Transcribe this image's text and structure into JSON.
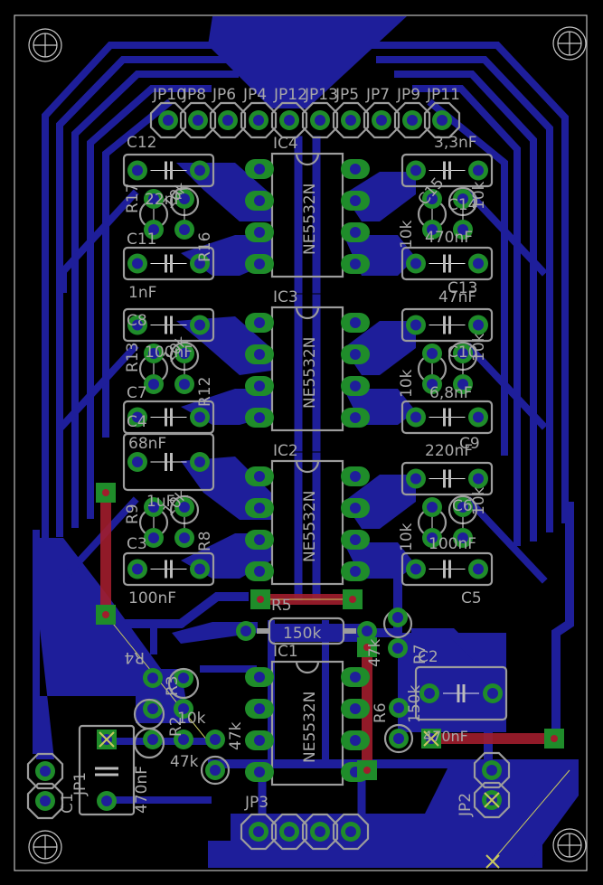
{
  "board": {
    "title": "PCB layout - NE5532N filter board",
    "colors": {
      "background": "#000000",
      "bottom_copper": "#1e1e9a",
      "top_copper": "#a11d2c",
      "pad": "#1f8c2a",
      "silkscreen": "#a8a8a8",
      "airwire": "#c8c860"
    }
  },
  "header_connectors": [
    "JP10",
    "JP8",
    "JP6",
    "JP4",
    "JP12",
    "JP13",
    "JP5",
    "JP7",
    "JP9",
    "JP11"
  ],
  "ics": [
    {
      "name": "IC4",
      "part": "NE5532N"
    },
    {
      "name": "IC3",
      "part": "NE5532N"
    },
    {
      "name": "IC2",
      "part": "NE5532N"
    },
    {
      "name": "IC1",
      "part": "NE5532N"
    }
  ],
  "left_labels": {
    "c12": "C12",
    "c12_val": "22nF",
    "r17": "R17",
    "r17_val": "10k",
    "c11": "C11",
    "r16": "R16",
    "c11_val": "1nF",
    "c8": "C8",
    "c8_val": "100nF",
    "r13": "R13",
    "r13_val": "10k",
    "c7": "C7",
    "r12": "R12",
    "c4": "C4",
    "c4_val": "68nF",
    "r9": "R9",
    "r9_val": "1uF",
    "r9_res": "10k",
    "c3": "C3",
    "r8": "R8",
    "c3_val": "100nF"
  },
  "right_labels": {
    "c15_val": "3,3nF",
    "c15": "C15",
    "r19": "R19",
    "r19_val": "10k",
    "c14": "C14",
    "c14_val": "470nF",
    "r18_val": "10k",
    "c13": "C13",
    "c13_val": "47nF",
    "c10": "C10",
    "r15": "R15",
    "r15_val": "10k",
    "r14_val": "10k",
    "c9_val": "6,8nF",
    "c9": "C9",
    "c9b_val": "220nF",
    "c6": "C6",
    "r11_val": "10k",
    "r10": "R10",
    "c6_val": "100nF",
    "c5": "C5",
    "r10_val": "10k"
  },
  "bottom_labels": {
    "r5": "R5",
    "r5_val": "150k",
    "r7": "R7",
    "r7_val": "47k",
    "c2": "C2",
    "c2_val": "470nF",
    "r6": "R6",
    "r6_val": "150k",
    "r4": "R4",
    "r3": "R3",
    "r2": "R2",
    "r1_val": "10k",
    "r1_val2": "47k",
    "r2_val": "47k",
    "c1": "C1",
    "c1_val": "470nF",
    "jp1": "JP1",
    "jp2": "JP2",
    "jp3": "JP3"
  }
}
